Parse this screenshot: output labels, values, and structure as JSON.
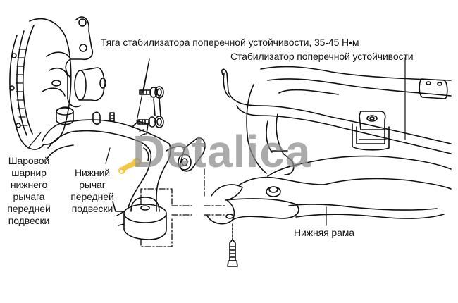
{
  "diagram": {
    "subject": "Front suspension lower arm, stabilizer and subframe (exploded view)",
    "labels": {
      "stabilizer_link": "Тяга стабилизатора поперечной устойчивости, 35-45 Н•м",
      "stabilizer_bar": "Стабилизатор поперечной устойчивости",
      "ball_joint": [
        "Шаровой",
        "шарнир",
        "нижнего",
        "рычага",
        "передней",
        "подвески"
      ],
      "lower_arm": [
        "Нижний",
        "рычаг",
        "передней",
        "подвески"
      ],
      "subframe": "Нижняя рама"
    },
    "torque": {
      "min": 35,
      "max": 45,
      "unit": "Н•м"
    },
    "watermark": {
      "text": "Detalica",
      "icon": "wrench-icon",
      "color": "#8c8c8c",
      "icon_color": "#f2c230"
    },
    "line_color": "#111111",
    "background": "#ffffff"
  }
}
